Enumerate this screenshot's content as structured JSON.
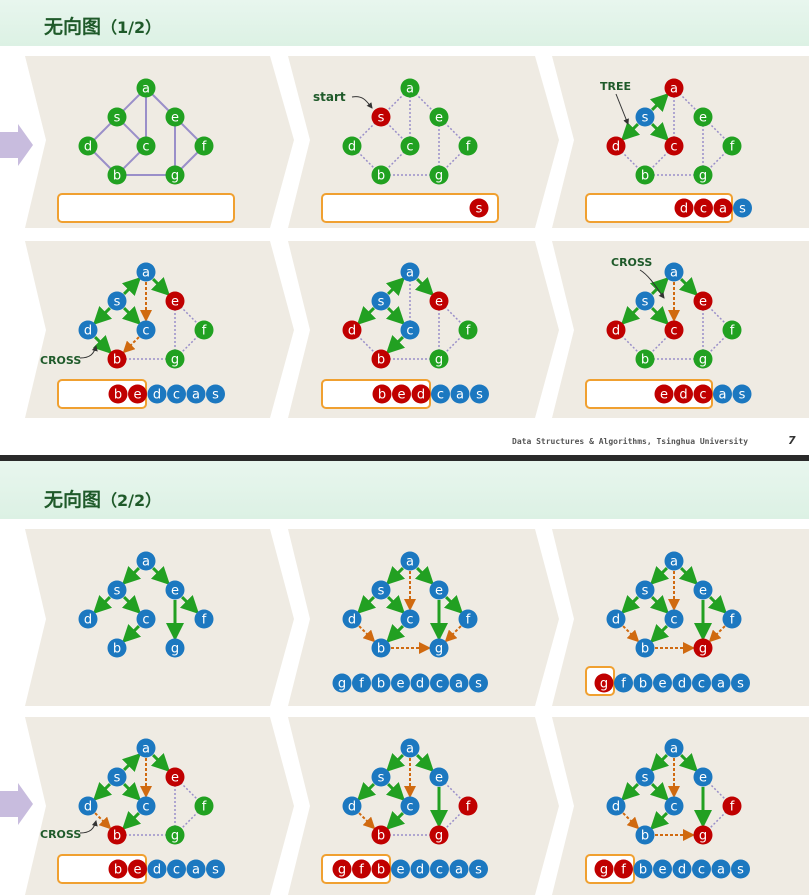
{
  "slide1": {
    "title": "无向图",
    "subtitle": "（1/2）",
    "footer": "Data Structures & Algorithms, Tsinghua University",
    "page": "7",
    "labels": {
      "start": "start",
      "tree": "TREE",
      "cross": "CROSS"
    }
  },
  "slide2": {
    "title": "无向图",
    "subtitle": "（2/2）",
    "labels": {
      "cross": "CROSS"
    }
  },
  "colors": {
    "green": "#21a121",
    "red": "#c00000",
    "blue": "#1c78c0",
    "panel": "#efebe3",
    "orange": "#f0a030",
    "edge": "#9a8fc9",
    "tree": "#22a022",
    "crossEdge": "#d06a10"
  }
}
